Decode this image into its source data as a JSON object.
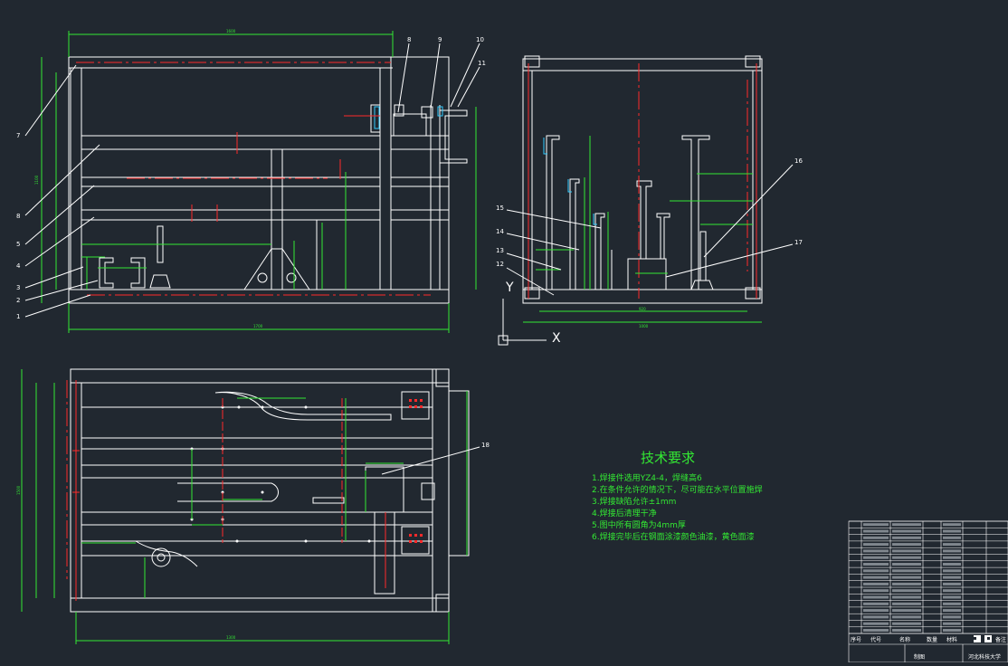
{
  "drawing": {
    "tech_title": "技术要求",
    "tech_requirements": [
      "1.焊接件选用YZ4-4，焊缝高6",
      "2.在条件允许的情况下，尽可能在水平位置施焊",
      "3.焊接缺陷允许±1mm",
      "4.焊接后清理干净",
      "5.图中所有圆角为4mm厚",
      "6.焊接完毕后在钢面涂漆颜色油漆，黄色面漆"
    ],
    "axis": {
      "y": "Y",
      "x": "X"
    },
    "callouts": {
      "front": [
        "7",
        "8",
        "5",
        "4",
        "3",
        "2",
        "1",
        "8",
        "9",
        "10",
        "11"
      ],
      "side": [
        "15",
        "14",
        "13",
        "12",
        "16",
        "17"
      ],
      "plan": [
        "18"
      ]
    },
    "dimensions": {
      "front_top": "1600",
      "front_bottom": "1700",
      "front_left": "1100",
      "side_bottom": "1000",
      "side_inner": "920",
      "plan_bottom": "1300",
      "plan_left": "1500"
    },
    "title_block": {
      "headers": [
        "序号",
        "代号",
        "名称",
        "数量",
        "材料",
        "备注"
      ],
      "designer": "制图",
      "school": "河北科技大学"
    }
  },
  "colors": {
    "background": "#212830",
    "line": "#ffffff",
    "dimension": "#33e833",
    "center": "#ff2a2a",
    "accent": "#33ccff"
  }
}
